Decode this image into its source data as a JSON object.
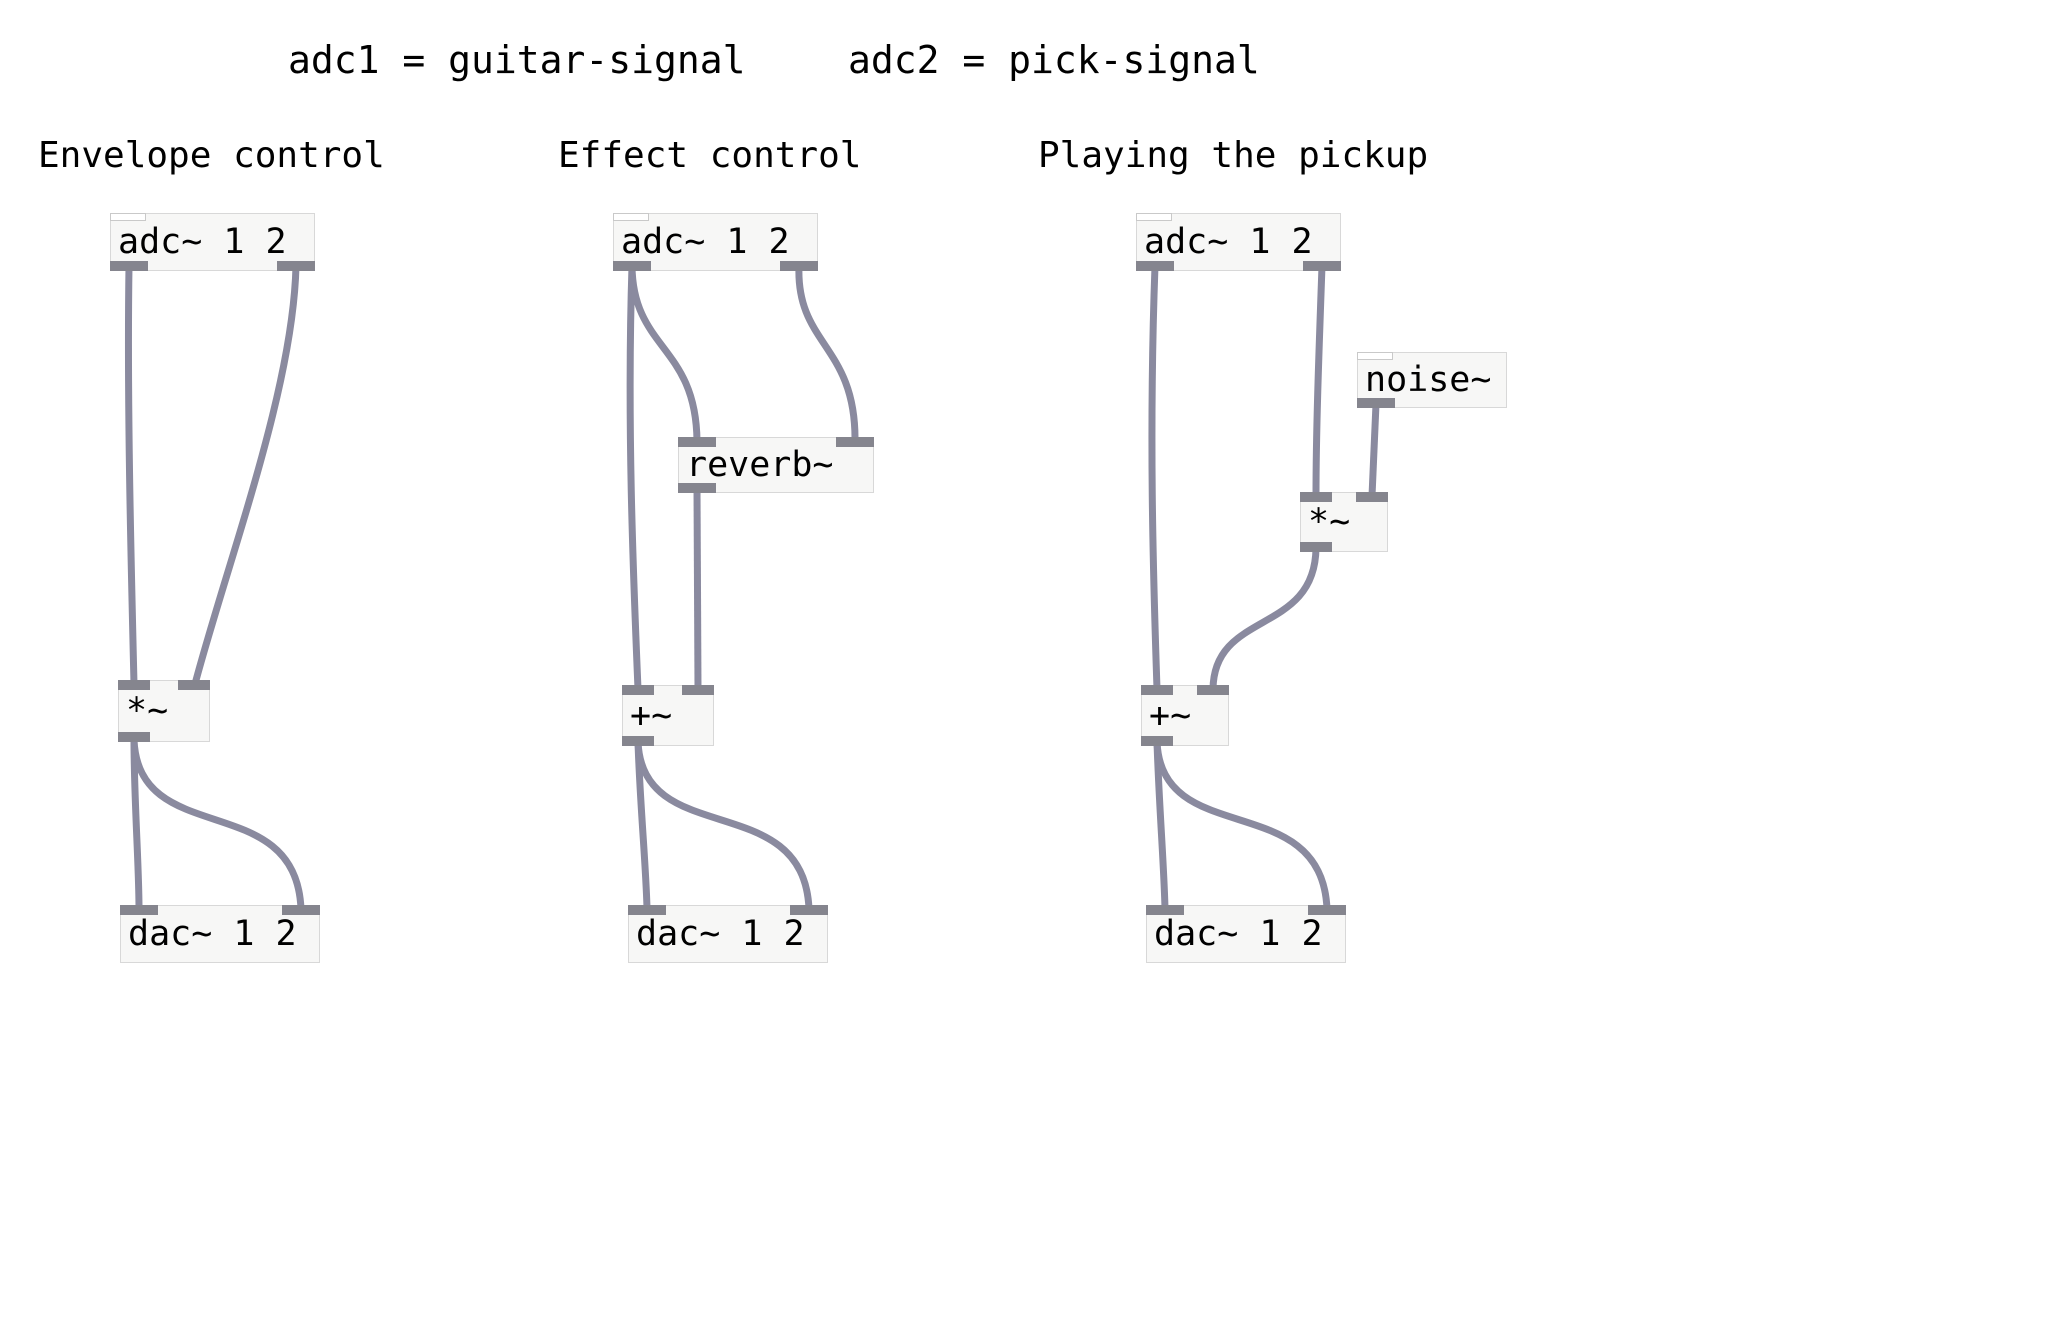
{
  "header": {
    "adc1_legend": "adc1 = guitar-signal",
    "adc2_legend": "adc2 = pick-signal"
  },
  "patches": [
    {
      "title": "Envelope control",
      "nodes": [
        {
          "label": "adc~ 1 2"
        },
        {
          "label": "*~"
        },
        {
          "label": "dac~ 1 2"
        }
      ],
      "connections": [
        {
          "from": "adc~ 1 2 outlet 0",
          "to": "*~ inlet 0"
        },
        {
          "from": "adc~ 1 2 outlet 1",
          "to": "*~ inlet 1"
        },
        {
          "from": "*~ outlet 0",
          "to": "dac~ 1 2 inlet 0"
        },
        {
          "from": "*~ outlet 0",
          "to": "dac~ 1 2 inlet 1"
        }
      ]
    },
    {
      "title": "Effect control",
      "nodes": [
        {
          "label": "adc~ 1 2"
        },
        {
          "label": "reverb~"
        },
        {
          "label": "+~"
        },
        {
          "label": "dac~ 1 2"
        }
      ],
      "connections": [
        {
          "from": "adc~ 1 2 outlet 0",
          "to": "+~ inlet 0"
        },
        {
          "from": "adc~ 1 2 outlet 0",
          "to": "reverb~ inlet 0"
        },
        {
          "from": "adc~ 1 2 outlet 1",
          "to": "reverb~ inlet 1"
        },
        {
          "from": "reverb~ outlet 0",
          "to": "+~ inlet 1"
        },
        {
          "from": "+~ outlet 0",
          "to": "dac~ 1 2 inlet 0"
        },
        {
          "from": "+~ outlet 0",
          "to": "dac~ 1 2 inlet 1"
        }
      ]
    },
    {
      "title": "Playing the pickup",
      "nodes": [
        {
          "label": "adc~ 1 2"
        },
        {
          "label": "noise~"
        },
        {
          "label": "*~"
        },
        {
          "label": "+~"
        },
        {
          "label": "dac~ 1 2"
        }
      ],
      "connections": [
        {
          "from": "adc~ 1 2 outlet 0",
          "to": "+~ inlet 0"
        },
        {
          "from": "adc~ 1 2 outlet 1",
          "to": "*~ inlet 0"
        },
        {
          "from": "noise~ outlet 0",
          "to": "*~ inlet 1"
        },
        {
          "from": "*~ outlet 0",
          "to": "+~ inlet 1"
        },
        {
          "from": "+~ outlet 0",
          "to": "dac~ 1 2 inlet 0"
        },
        {
          "from": "+~ outlet 0",
          "to": "dac~ 1 2 inlet 1"
        }
      ]
    }
  ],
  "colors": {
    "cord": "#8a8a9f",
    "nib": "#85858e",
    "box_fill": "#f7f7f6",
    "box_border": "#d8d8d8",
    "text": "#000000",
    "background": "#ffffff"
  }
}
